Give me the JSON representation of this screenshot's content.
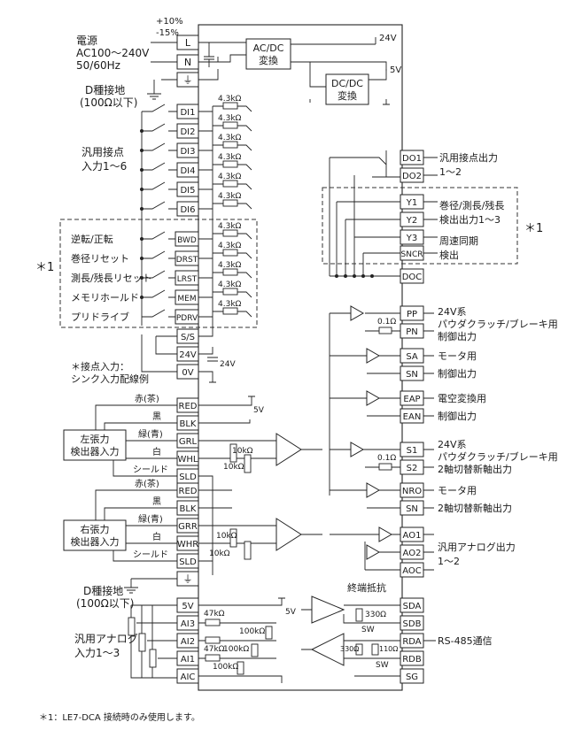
{
  "power": {
    "label": "電源",
    "voltage": "AC100〜240V",
    "freq": "50/60Hz",
    "tol_plus": "+10%",
    "tol_minus": "-15%",
    "rail_24v": "24V",
    "rail_5v": "5V"
  },
  "converters": {
    "acdc_1": "AC/DC",
    "acdc_2": "変換",
    "dcdc_1": "DC/DC",
    "dcdc_2": "変換"
  },
  "ground1": {
    "line1": "D種接地",
    "line2": "(100Ω以下)"
  },
  "ground2": {
    "line1": "D種接地",
    "line2": "(100Ω以下)"
  },
  "terminals": {
    "power": [
      "L",
      "N",
      "⏚"
    ],
    "di": [
      "DI1",
      "DI2",
      "DI3",
      "DI4",
      "DI5",
      "DI6"
    ],
    "opt": [
      "BWD",
      "DRST",
      "LRST",
      "MEM",
      "PDRV"
    ],
    "supply": [
      "S/S",
      "24V",
      "0V"
    ],
    "left": [
      "RED",
      "BLK",
      "GRL",
      "WHL",
      "SLD"
    ],
    "right": [
      "RED",
      "BLK",
      "GRR",
      "WHR",
      "SLD"
    ],
    "gnd": "⏚",
    "analog": [
      "5V",
      "AI3",
      "AI2",
      "AI1",
      "AIC"
    ],
    "do": [
      "DO1",
      "DO2"
    ],
    "y": [
      "Y1",
      "Y2",
      "Y3",
      "SNCR"
    ],
    "doc": "DOC",
    "clutch1": [
      "PP",
      "PN"
    ],
    "motor": [
      "SA",
      "SN"
    ],
    "eap": [
      "EAP",
      "EAN"
    ],
    "clutch2": [
      "S1",
      "S2"
    ],
    "nro": [
      "NRO",
      "SN"
    ],
    "ao": [
      "AO1",
      "AO2",
      "AOC"
    ],
    "rs485": [
      "SDA",
      "SDB",
      "RDA",
      "RDB",
      "SG"
    ]
  },
  "labels": {
    "general_input_1": "汎用接点",
    "general_input_2": "入力1〜6",
    "opt_inputs": [
      "逆転/正転",
      "巻径リセット",
      "測長/残長リセット",
      "メモリホールド",
      "プリドライブ"
    ],
    "star1": "＊1",
    "sink_note_1": "＊接点入力：",
    "sink_note_2": "シンク入力配線例",
    "res_4k3": "4.3kΩ",
    "res_10k": "10kΩ",
    "res_47k": "47kΩ",
    "res_100k": "100kΩ",
    "res_01": "0.1Ω",
    "res_330": "330Ω",
    "res_110": "110Ω",
    "sw": "SW",
    "v24": "24V",
    "v5": "5V",
    "left_sensor_1": "左張力",
    "left_sensor_2": "検出器入力",
    "right_sensor_1": "右張力",
    "right_sensor_2": "検出器入力",
    "wire_red": "赤(茶)",
    "wire_blk": "黒",
    "wire_grn": "緑(青)",
    "wire_wht": "白",
    "wire_shield": "シールド",
    "analog_in_1": "汎用アナログ",
    "analog_in_2": "入力1〜3",
    "do_out_1": "汎用接点出力",
    "do_out_2": "1〜2",
    "y_out_1": "巻径/測長/残長",
    "y_out_2": "検出出力1〜3",
    "sync_1": "周速同期",
    "sync_2": "検出",
    "clutch_1": "24V系",
    "clutch_2": "パウダクラッチ/ブレーキ用",
    "clutch_3": "制御出力",
    "motor_1": "モータ用",
    "motor_2": "制御出力",
    "eap_1": "電空変換用",
    "eap_2": "制御出力",
    "s_1": "24V系",
    "s_2": "パウダクラッチ/ブレーキ用",
    "s_3": "2軸切替新軸出力",
    "nro_1": "モータ用",
    "nro_2": "2軸切替新軸出力",
    "ao_1": "汎用アナログ出力",
    "ao_2": "1〜2",
    "termination": "終端抵抗",
    "rs485": "RS-485通信",
    "footnote": "＊1：LE7-DCA 接続時のみ使用します。"
  }
}
